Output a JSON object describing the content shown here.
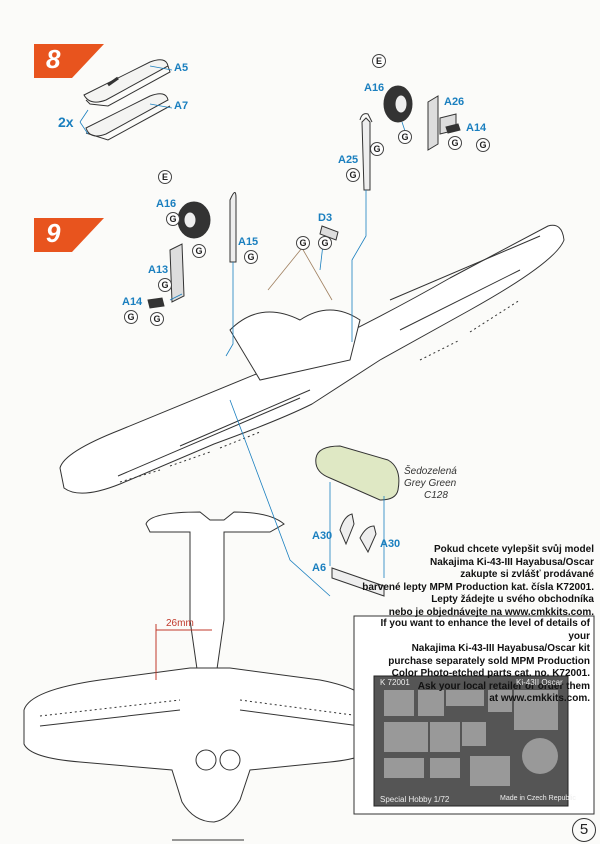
{
  "steps": {
    "step8": "8",
    "step9": "9"
  },
  "parts": {
    "a5": "A5",
    "a7": "A7",
    "a16_right": "A16",
    "a26": "A26",
    "a14_right": "A14",
    "a25": "A25",
    "d3": "D3",
    "a16_left": "A16",
    "a15": "A15",
    "a13": "A13",
    "a14_left": "A14",
    "a30_left": "A30",
    "a30_right": "A30",
    "a6": "A6"
  },
  "multiplier": "2x",
  "color_codes": {
    "e": "E",
    "g": "G"
  },
  "canopy_color": {
    "czech": "Šedozelená",
    "english": "Grey Green",
    "code": "C128"
  },
  "dimension": "26mm",
  "notes": {
    "czech_lines": [
      "Pokud chcete vylepšit svůj model",
      "Nakajima Ki-43-III Hayabusa/Oscar",
      "zakupte si zvlášť prodávané",
      "barvené lepty MPM Production kat. čísla K72001.",
      "Lepty žádejte u svého obchodníka",
      "nebo je objednávejte na www.cmkkits.com."
    ],
    "english_lines": [
      "If you want to enhance the level of details of your",
      "Nakajima Ki-43-III Hayabusa/Oscar kit",
      "purchase separately sold MPM Production",
      "Color Photo-etched parts cat. no. K72001.",
      "Ask your local retailer or order them",
      "at www.cmkkits.com."
    ]
  },
  "photoetch": {
    "catalog": "K 72001",
    "title": "Ki-43II Oscar",
    "footer_left": "Special Hobby 1/72",
    "footer_right": "Made in Czech Republic"
  },
  "page_number": "5",
  "colors": {
    "accent_orange": "#e8541e",
    "callout_blue": "#1a7fbf",
    "line_gray": "#333333"
  }
}
